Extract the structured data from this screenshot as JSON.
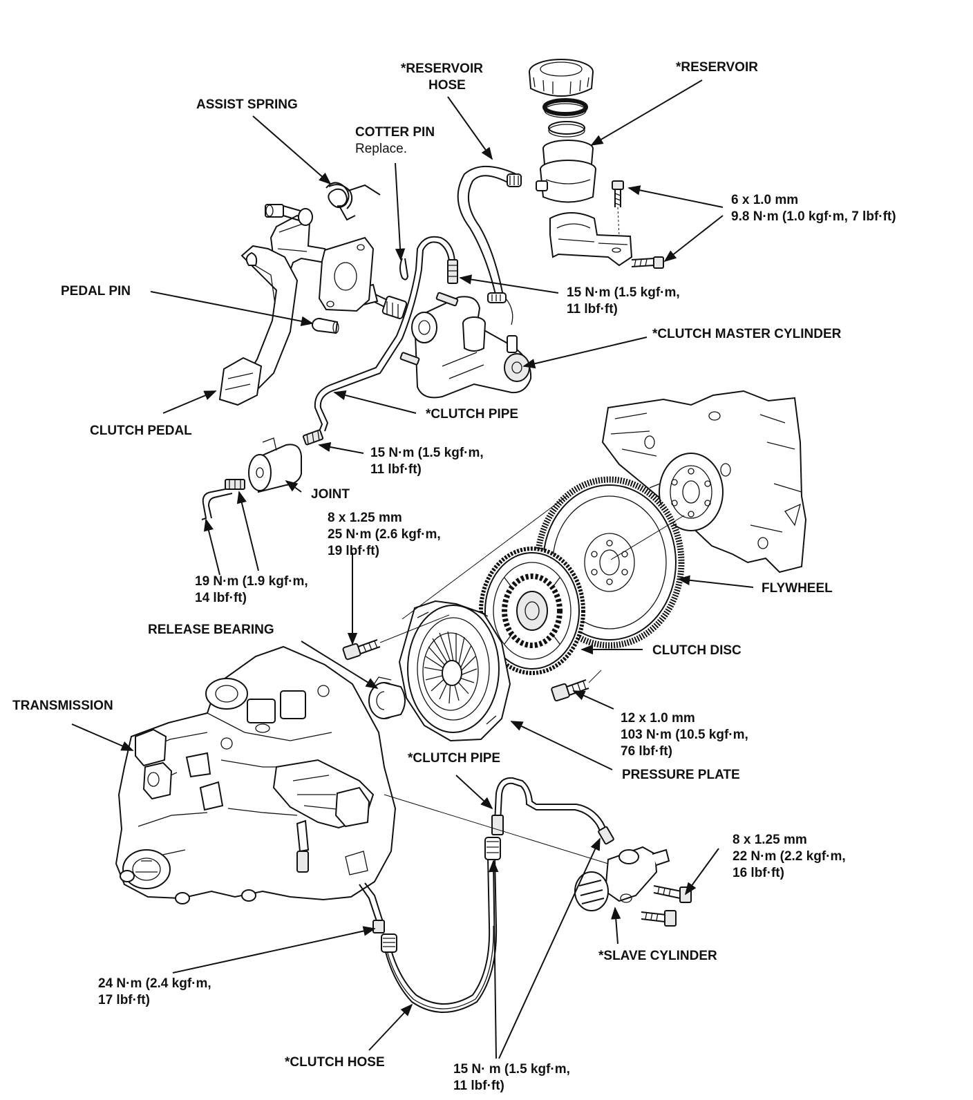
{
  "labels": {
    "reservoir_hose": [
      "*RESERVOIR",
      "HOSE"
    ],
    "reservoir": "*RESERVOIR",
    "assist_spring": "ASSIST SPRING",
    "cotter_pin": "COTTER PIN",
    "cotter_pin_note": "Replace.",
    "reservoir_bolt": [
      "6 x 1.0 mm",
      "9.8 N·m (1.0 kgf·m, 7 lbf·ft)"
    ],
    "pedal_pin": "PEDAL PIN",
    "master_pipe_torque": [
      "15 N·m (1.5 kgf·m,",
      "11 lbf·ft)"
    ],
    "clutch_master_cylinder": "*CLUTCH MASTER CYLINDER",
    "clutch_pipe_upper": "*CLUTCH PIPE",
    "clutch_pedal": "CLUTCH PEDAL",
    "joint_torque": [
      "15 N·m (1.5 kgf·m,",
      "11 lbf·ft)"
    ],
    "joint": "JOINT",
    "pressure_plate_bolt": [
      "8 x 1.25 mm",
      "25 N·m (2.6 kgf·m,",
      "19 lbf·ft)"
    ],
    "joint_hose_torque": [
      "19 N·m (1.9 kgf·m,",
      "14 lbf·ft)"
    ],
    "flywheel": "FLYWHEEL",
    "release_bearing": "RELEASE BEARING",
    "clutch_disc": "CLUTCH DISC",
    "transmission": "TRANSMISSION",
    "flywheel_bolt": [
      "12 x 1.0 mm",
      "103 N·m (10.5 kgf·m,",
      "76 lbf·ft)"
    ],
    "clutch_pipe_lower": "*CLUTCH PIPE",
    "pressure_plate": "PRESSURE PLATE",
    "slave_bolt": [
      "8 x 1.25 mm",
      "22 N·m (2.2 kgf·m,",
      "16 lbf·ft)"
    ],
    "slave_cylinder": "*SLAVE CYLINDER",
    "hose_trans_torque": [
      "24 N·m (2.4 kgf·m,",
      "17 lbf·ft)"
    ],
    "clutch_hose": "*CLUTCH HOSE",
    "hose_pipe_torque": [
      "15 N· m (1.5 kgf·m,",
      "11 lbf·ft)"
    ]
  }
}
